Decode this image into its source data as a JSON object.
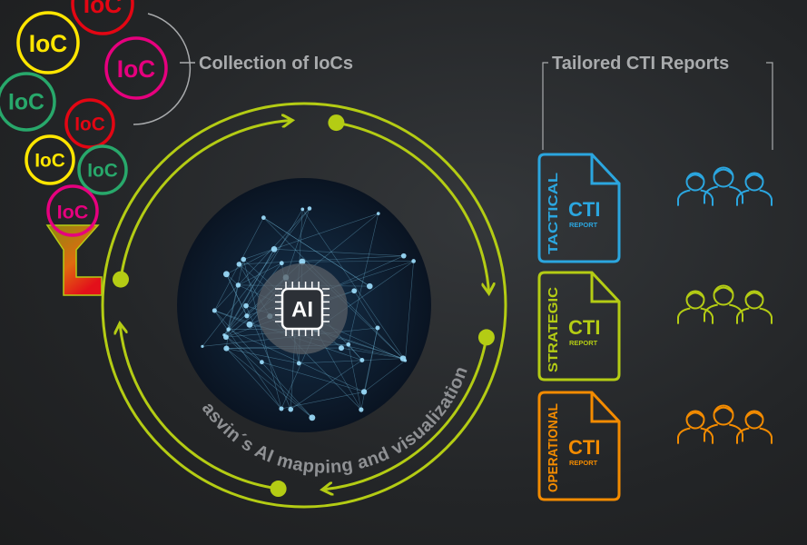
{
  "colors": {
    "green": "#b4cc14",
    "blue": "#2ba6df",
    "orange": "#f38b00",
    "red": "#e30613",
    "yellow": "#ffe600",
    "pink": "#e6007e",
    "teal": "#28a86b",
    "gray": "#a9abad"
  },
  "iocs": [
    {
      "label": "IoC",
      "color": "red"
    },
    {
      "label": "IoC",
      "color": "yellow"
    },
    {
      "label": "IoC",
      "color": "pink"
    },
    {
      "label": "IoC",
      "color": "teal"
    },
    {
      "label": "IoC",
      "color": "red"
    },
    {
      "label": "IoC",
      "color": "yellow"
    },
    {
      "label": "IoC",
      "color": "teal"
    },
    {
      "label": "IoC",
      "color": "pink"
    }
  ],
  "collection_label": "Collection of IoCs",
  "reports_title": "Tailored CTI Reports",
  "cycle_label": "asvin´s AI mapping and visualization",
  "chip_label": "AI",
  "reports": [
    {
      "type": "TACTICAL",
      "title": "CTI",
      "subtitle": "REPORT",
      "color": "blue",
      "audience_icon": "team-icon"
    },
    {
      "type": "STRATEGIC",
      "title": "CTI",
      "subtitle": "REPORT",
      "color": "green",
      "audience_icon": "executives-icon"
    },
    {
      "type": "OPERATIONAL",
      "title": "CTI",
      "subtitle": "REPORT",
      "color": "orange",
      "audience_icon": "operations-staff-icon"
    }
  ]
}
